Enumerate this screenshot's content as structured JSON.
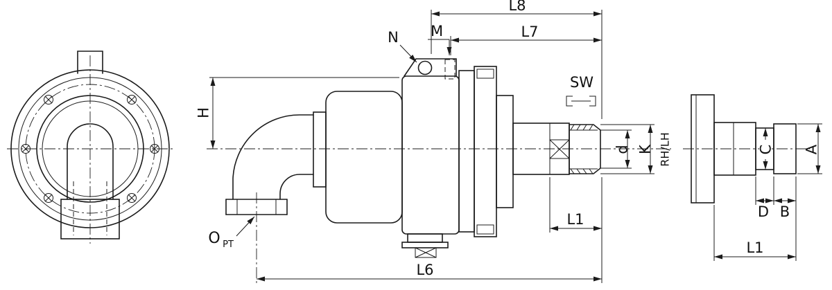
{
  "drawing": {
    "background": "#ffffff",
    "line_color": "#1b1b1b",
    "labels": {
      "l8": "L8",
      "l7": "L7",
      "m": "M",
      "n": "N",
      "h": "H",
      "sw": "SW",
      "d_small": "d",
      "k": "K",
      "rh_lh": "RH/LH",
      "l1_shaft": "L1",
      "l6": "L6",
      "o": "O",
      "pt": "PT",
      "c": "C",
      "a": "A",
      "d_groove": "D",
      "b": "B",
      "l1_nipple": "L1"
    }
  }
}
